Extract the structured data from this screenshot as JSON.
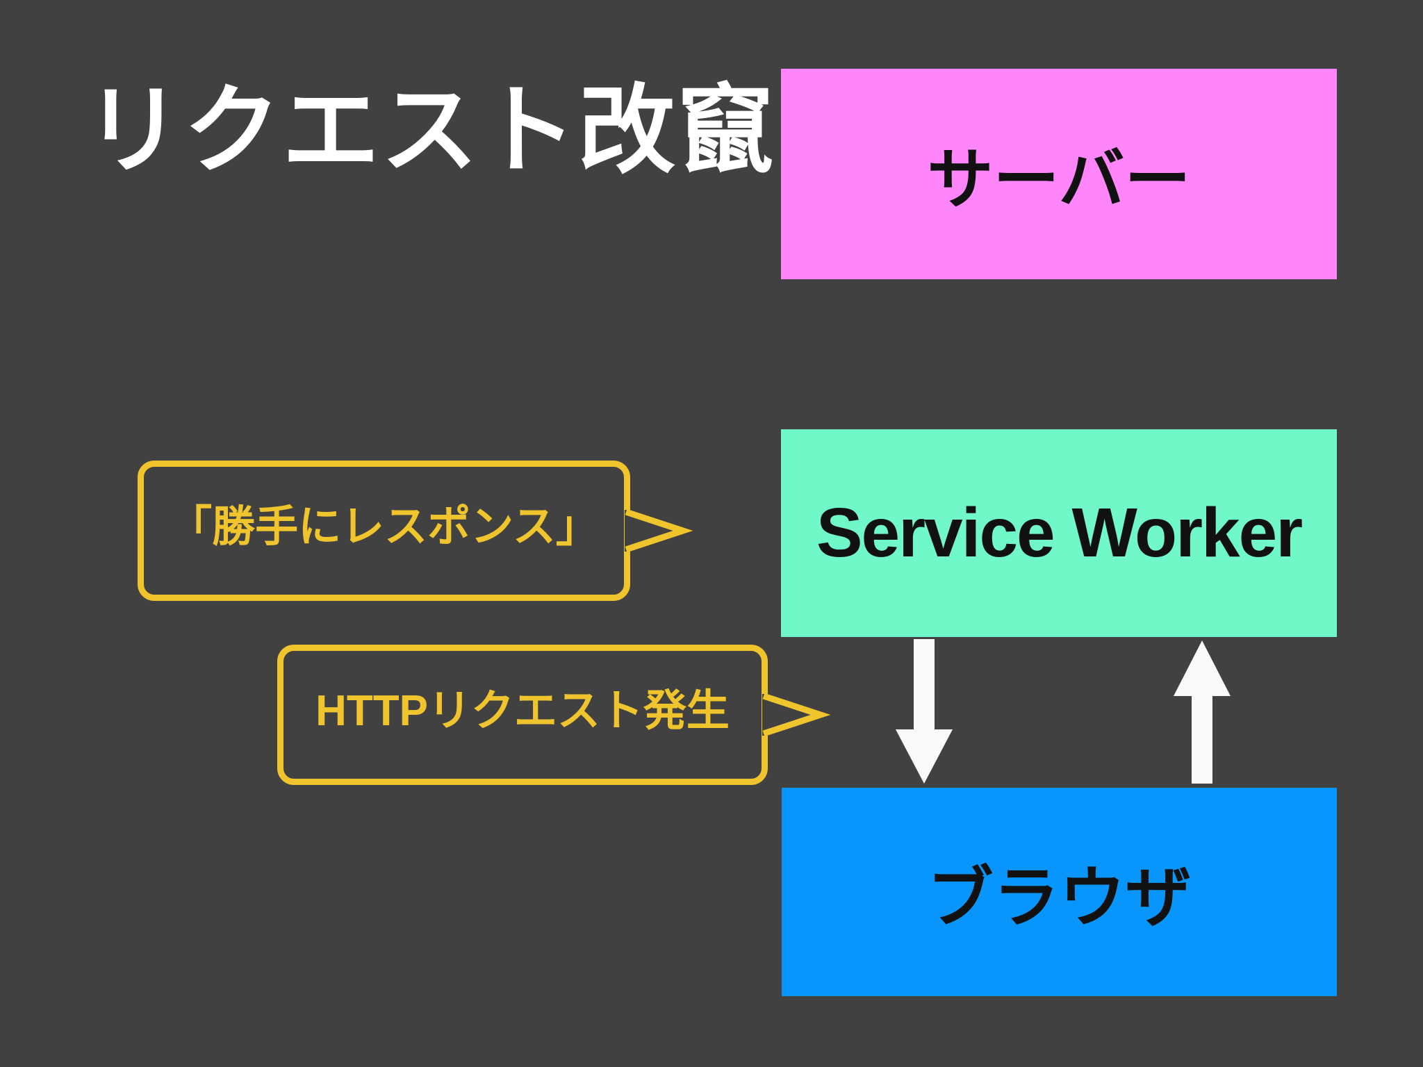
{
  "slide": {
    "title": "リクエスト改竄",
    "colors": {
      "background": "#414141",
      "title_text": "#FFFFFF",
      "box_text": "#111111",
      "server_box": "#FF85FB",
      "service_worker_box": "#71F8C8",
      "browser_box": "#0996FC",
      "callout_accent": "#EFC42D",
      "arrow": "#FBFAFA"
    }
  },
  "boxes": {
    "server": {
      "label": "サーバー"
    },
    "service_worker": {
      "label": "Service Worker"
    },
    "browser": {
      "label": "ブラウザ"
    }
  },
  "callouts": {
    "response": {
      "label": "「勝手にレスポンス」"
    },
    "request": {
      "label": "HTTPリクエスト発生"
    }
  },
  "arrows": {
    "down": {
      "from": "Service Worker",
      "to": "ブラウザ"
    },
    "up": {
      "from": "ブラウザ",
      "to": "Service Worker"
    }
  }
}
